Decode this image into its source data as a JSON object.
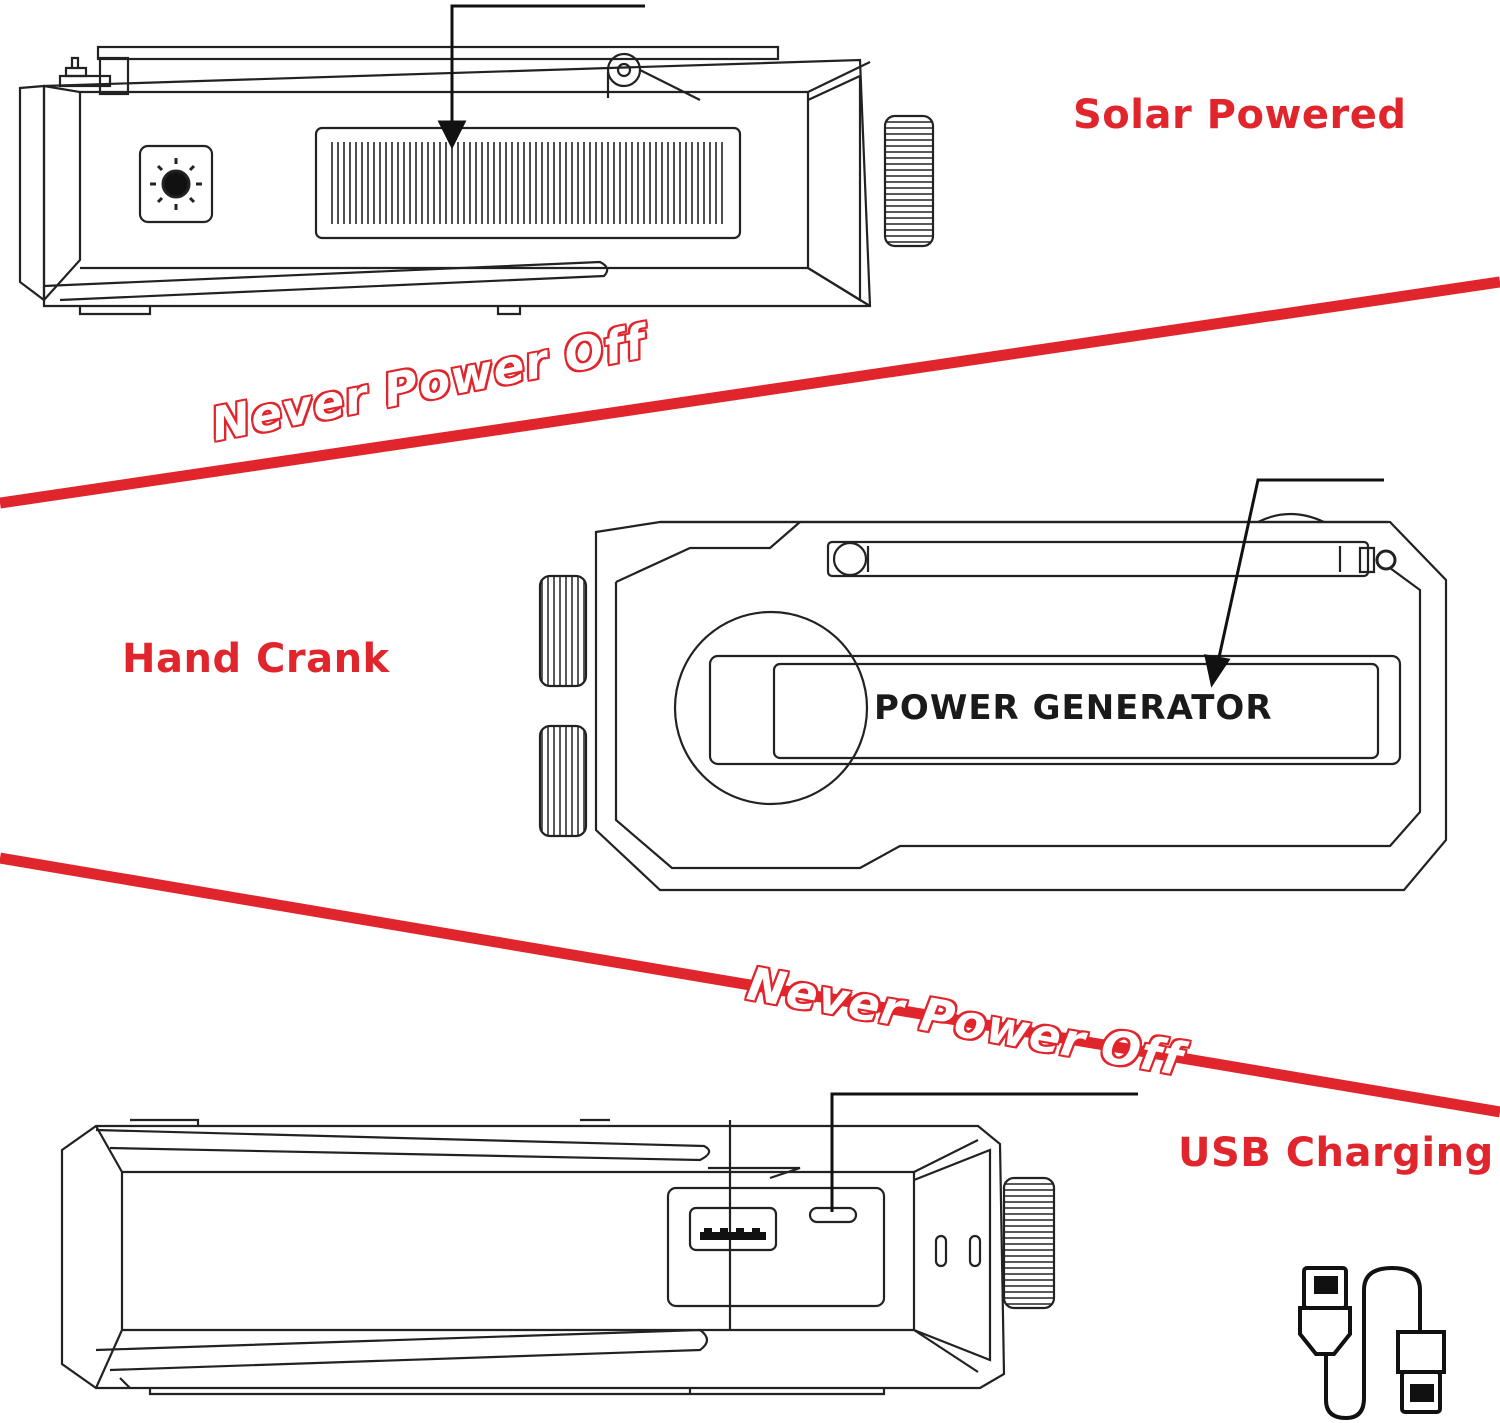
{
  "features": {
    "solar": {
      "label": "Solar Powered"
    },
    "crank": {
      "label": "Hand Crank"
    },
    "usb": {
      "label": "USB Charging"
    }
  },
  "slogan": {
    "first": "Never Power Off",
    "second": "Never Power Off"
  },
  "panel": {
    "generator_label": "POWER GENERATOR"
  },
  "colors": {
    "accent": "#e0262c",
    "outline": "#222222",
    "background": "#ffffff"
  },
  "icons": {
    "sun": "sun-icon",
    "cable": "usb-cable-icon"
  }
}
